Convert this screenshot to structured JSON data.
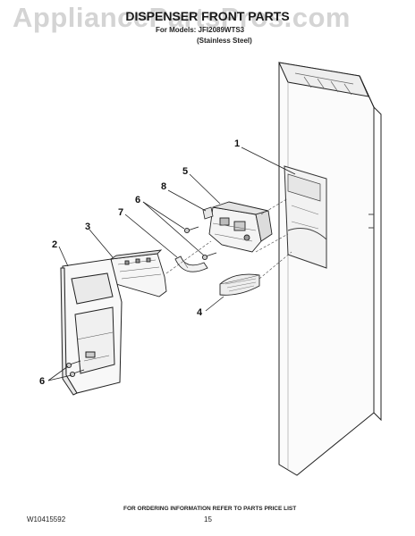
{
  "watermark": "AppliancePartsPros.com",
  "header": {
    "title": "DISPENSER FRONT PARTS",
    "model_line": "For Models: JFI2089WTS3",
    "finish": "(Stainless Steel)"
  },
  "callouts": {
    "c1": "1",
    "c2": "2",
    "c3": "3",
    "c4": "4",
    "c5": "5",
    "c6a": "6",
    "c6b": "6",
    "c7": "7",
    "c8": "8"
  },
  "footer": {
    "order_note": "FOR ORDERING INFORMATION REFER TO PARTS PRICE LIST",
    "doc_id": "W10415592",
    "page": "15"
  }
}
